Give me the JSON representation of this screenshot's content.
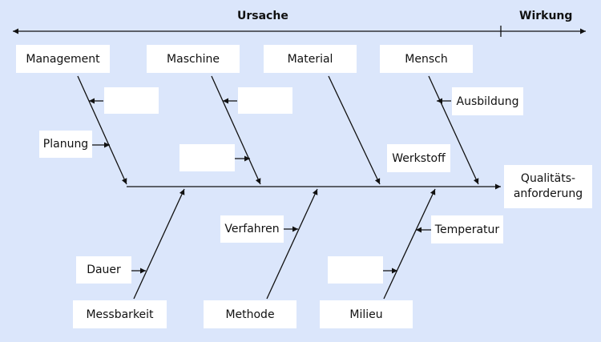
{
  "header": {
    "cause": "Ursache",
    "effect": "Wirkung"
  },
  "effect_box": {
    "line1": "Qualitäts-",
    "line2": "anforderung"
  },
  "top_categories": [
    "Management",
    "Maschine",
    "Material",
    "Mensch"
  ],
  "bottom_categories": [
    "Messbarkeit",
    "Methode",
    "Milieu"
  ],
  "sub_causes": {
    "planung": "Planung",
    "ausbildung": "Ausbildung",
    "werkstoff": "Werkstoff",
    "verfahren": "Verfahren",
    "temperatur": "Temperatur",
    "dauer": "Dauer"
  },
  "colors": {
    "background": "#dbe6fb",
    "box": "#ffffff",
    "line": "#111111"
  }
}
